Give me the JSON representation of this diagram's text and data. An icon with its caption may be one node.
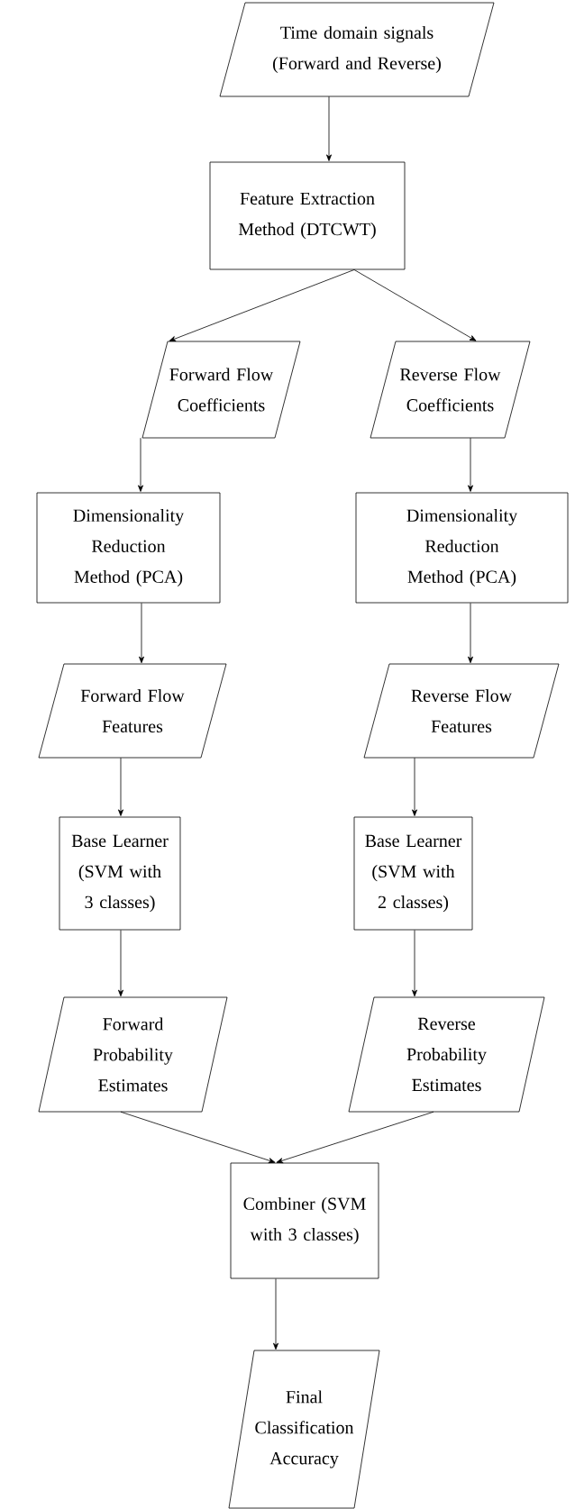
{
  "diagram": {
    "nodes": [
      {
        "text": [
          "Time domain signals (Forward and Reverse)"
        ]
      },
      {
        "text": [
          "Feature Extraction Method (DTCWT)"
        ]
      },
      {
        "text": [
          "Forward Flow Coefficients"
        ]
      },
      {
        "text": [
          "Reverse Flow Coefficients"
        ]
      },
      {
        "text": [
          "Dimensionality Reduction Method (PCA)"
        ]
      },
      {
        "text": [
          "Dimensionality Reduction Method (PCA)"
        ]
      },
      {
        "text": [
          "Forward Flow Features"
        ]
      },
      {
        "text": [
          "Reverse Flow Features"
        ]
      },
      {
        "text": [
          "Base Learner (SVM with 3 classes)"
        ]
      },
      {
        "text": [
          "Base Learner (SVM with 2 classes)"
        ]
      },
      {
        "text": [
          "Forward Probability Estimates"
        ]
      },
      {
        "text": [
          "Reverse Probability Estimates"
        ]
      },
      {
        "text": [
          "Combiner (SVM with 3 classes)"
        ]
      },
      {
        "text": [
          "Final Classification Accuracy"
        ]
      }
    ],
    "edges": [
      {
        "from": 0,
        "to": 1,
        "arrow": "to"
      },
      {
        "from": 1,
        "to": 2,
        "arrow": "to"
      },
      {
        "from": 1,
        "to": 3,
        "arrow": "to"
      },
      {
        "from": 2,
        "to": 4,
        "arrow": "to"
      },
      {
        "from": 3,
        "to": 5,
        "arrow": "to"
      },
      {
        "from": 4,
        "to": 6,
        "arrow": "to"
      },
      {
        "from": 5,
        "to": 7,
        "arrow": "to"
      },
      {
        "from": 6,
        "to": 8,
        "arrow": "to"
      },
      {
        "from": 7,
        "to": 9,
        "arrow": "to"
      },
      {
        "from": 8,
        "to": 10,
        "arrow": "to"
      },
      {
        "from": 9,
        "to": 11,
        "arrow": "to"
      },
      {
        "from": 10,
        "to": 12,
        "arrow": "to"
      },
      {
        "from": 11,
        "to": 12,
        "arrow": "to"
      },
      {
        "from": 12,
        "to": 13,
        "arrow": "to"
      }
    ]
  }
}
